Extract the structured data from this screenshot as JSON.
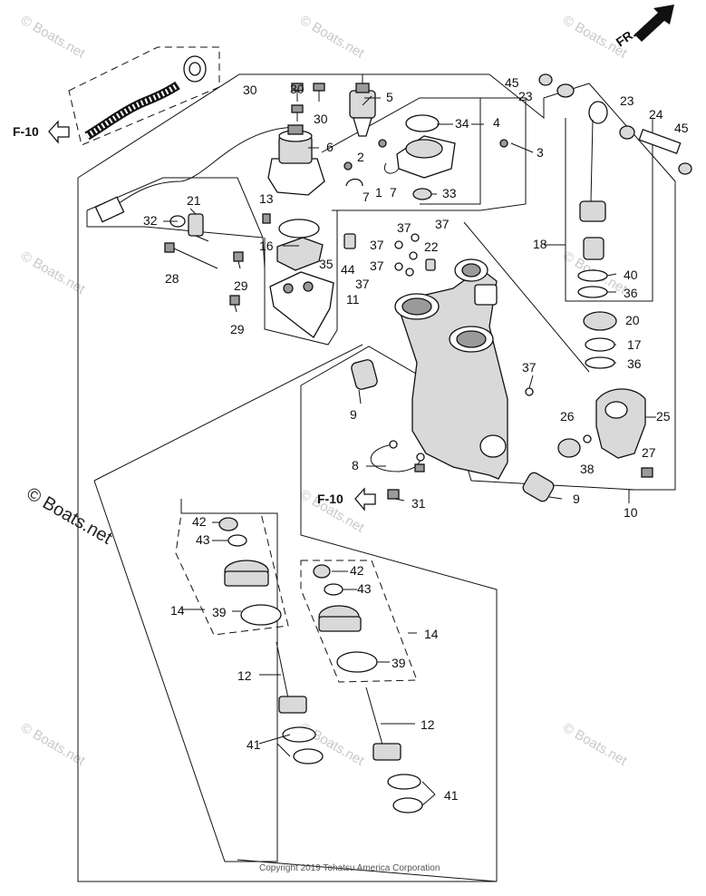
{
  "title_arrow": "FR.",
  "ref_left": "F-10",
  "ref_center": "F-10",
  "watermark": "© Boats.net",
  "watermark_side": "© Boats.net",
  "copyright": "Copyright 2019 Tohatsu America Corporation",
  "parts": {
    "p1": "1",
    "p2": "2",
    "p3": "3",
    "p4": "4",
    "p5": "5",
    "p6": "6",
    "p7": "7",
    "p8": "8",
    "p9": "9",
    "p10": "10",
    "p11": "11",
    "p12": "12",
    "p13": "13",
    "p14": "14",
    "p16": "16",
    "p17": "17",
    "p18": "18",
    "p20": "20",
    "p21": "21",
    "p22": "22",
    "p23": "23",
    "p24": "24",
    "p25": "25",
    "p26": "26",
    "p27": "27",
    "p28": "28",
    "p29": "29",
    "p30": "30",
    "p31": "31",
    "p32": "32",
    "p33": "33",
    "p34": "34",
    "p35": "35",
    "p36": "36",
    "p37": "37",
    "p38": "38",
    "p39": "39",
    "p40": "40",
    "p41": "41",
    "p42": "42",
    "p43": "43",
    "p44": "44",
    "p45": "45"
  },
  "icons": {
    "fr_arrow": "fr-arrow-icon",
    "ref_arrow": "left-arrow-icon"
  }
}
